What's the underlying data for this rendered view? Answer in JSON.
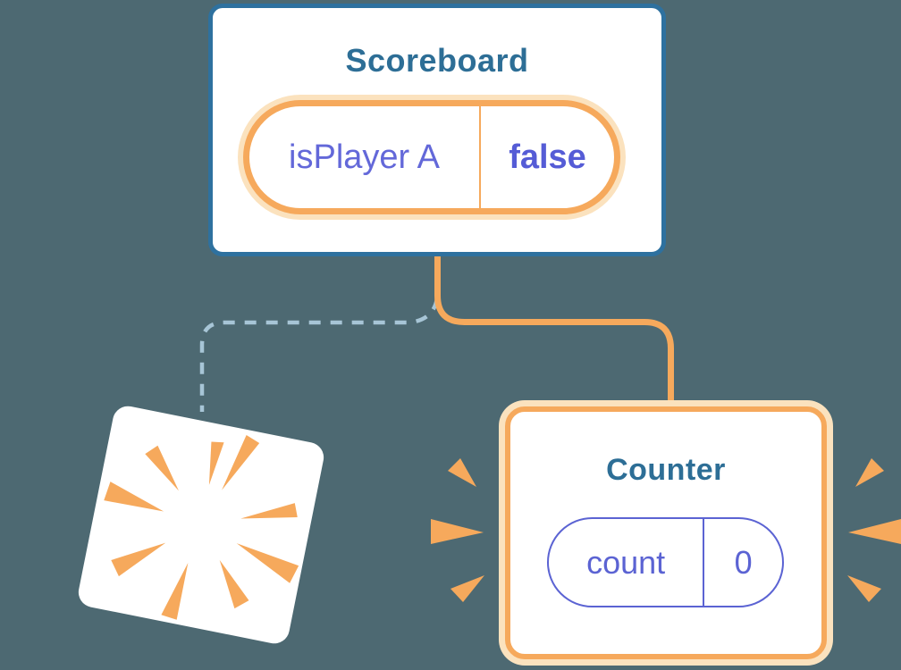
{
  "scoreboard_card": {
    "title": "Scoreboard",
    "state_pill": {
      "label": "isPlayer A",
      "value": "false"
    }
  },
  "counter_card": {
    "title": "Counter",
    "state_pill": {
      "label": "count",
      "value": "0"
    }
  },
  "icons": {
    "sparkle_large": "sparkle-icon",
    "sparkle_small": "sparkle-icon",
    "burst_left": "burst-rays-icon",
    "burst_right": "burst-rays-icon",
    "explosion": "explosion-burst-icon"
  },
  "colors": {
    "background": "#4d6972",
    "card_background": "#ffffff",
    "blue_border": "#2e719f",
    "title_text": "#2d6e96",
    "orange": "#f6a95c",
    "orange_pale": "#fbe2be",
    "purple": "#6368d9",
    "purple_bold": "#555cd6",
    "purple_outline": "#5b63d3",
    "dashed_line": "#a7c5d6"
  }
}
